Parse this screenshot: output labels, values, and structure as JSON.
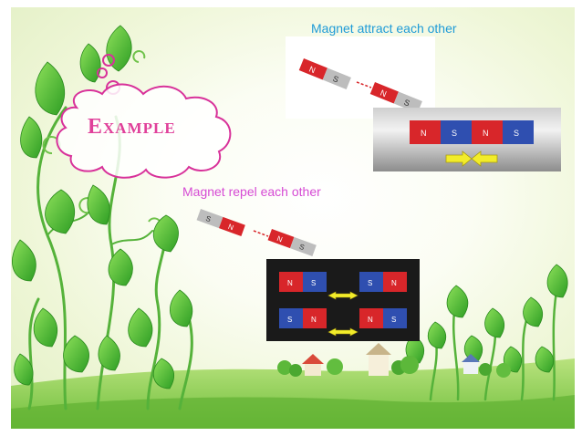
{
  "slide": {
    "attract_caption": "Magnet attract each other",
    "repel_caption": "Magnet repel each other",
    "example_title": "Example",
    "pole_north": "N",
    "pole_south": "S"
  },
  "colors": {
    "attract_caption": "#1e9bd7",
    "repel_caption": "#d64bd4",
    "example_title": "#e0409a",
    "cloud_outline": "#d8329a",
    "magnet_red": "#d8262a",
    "magnet_blue": "#2f4fb0",
    "arrow_yellow": "#f2ec2a",
    "leaf_green": "#3cb82e",
    "grass_green": "#8fcf55"
  }
}
